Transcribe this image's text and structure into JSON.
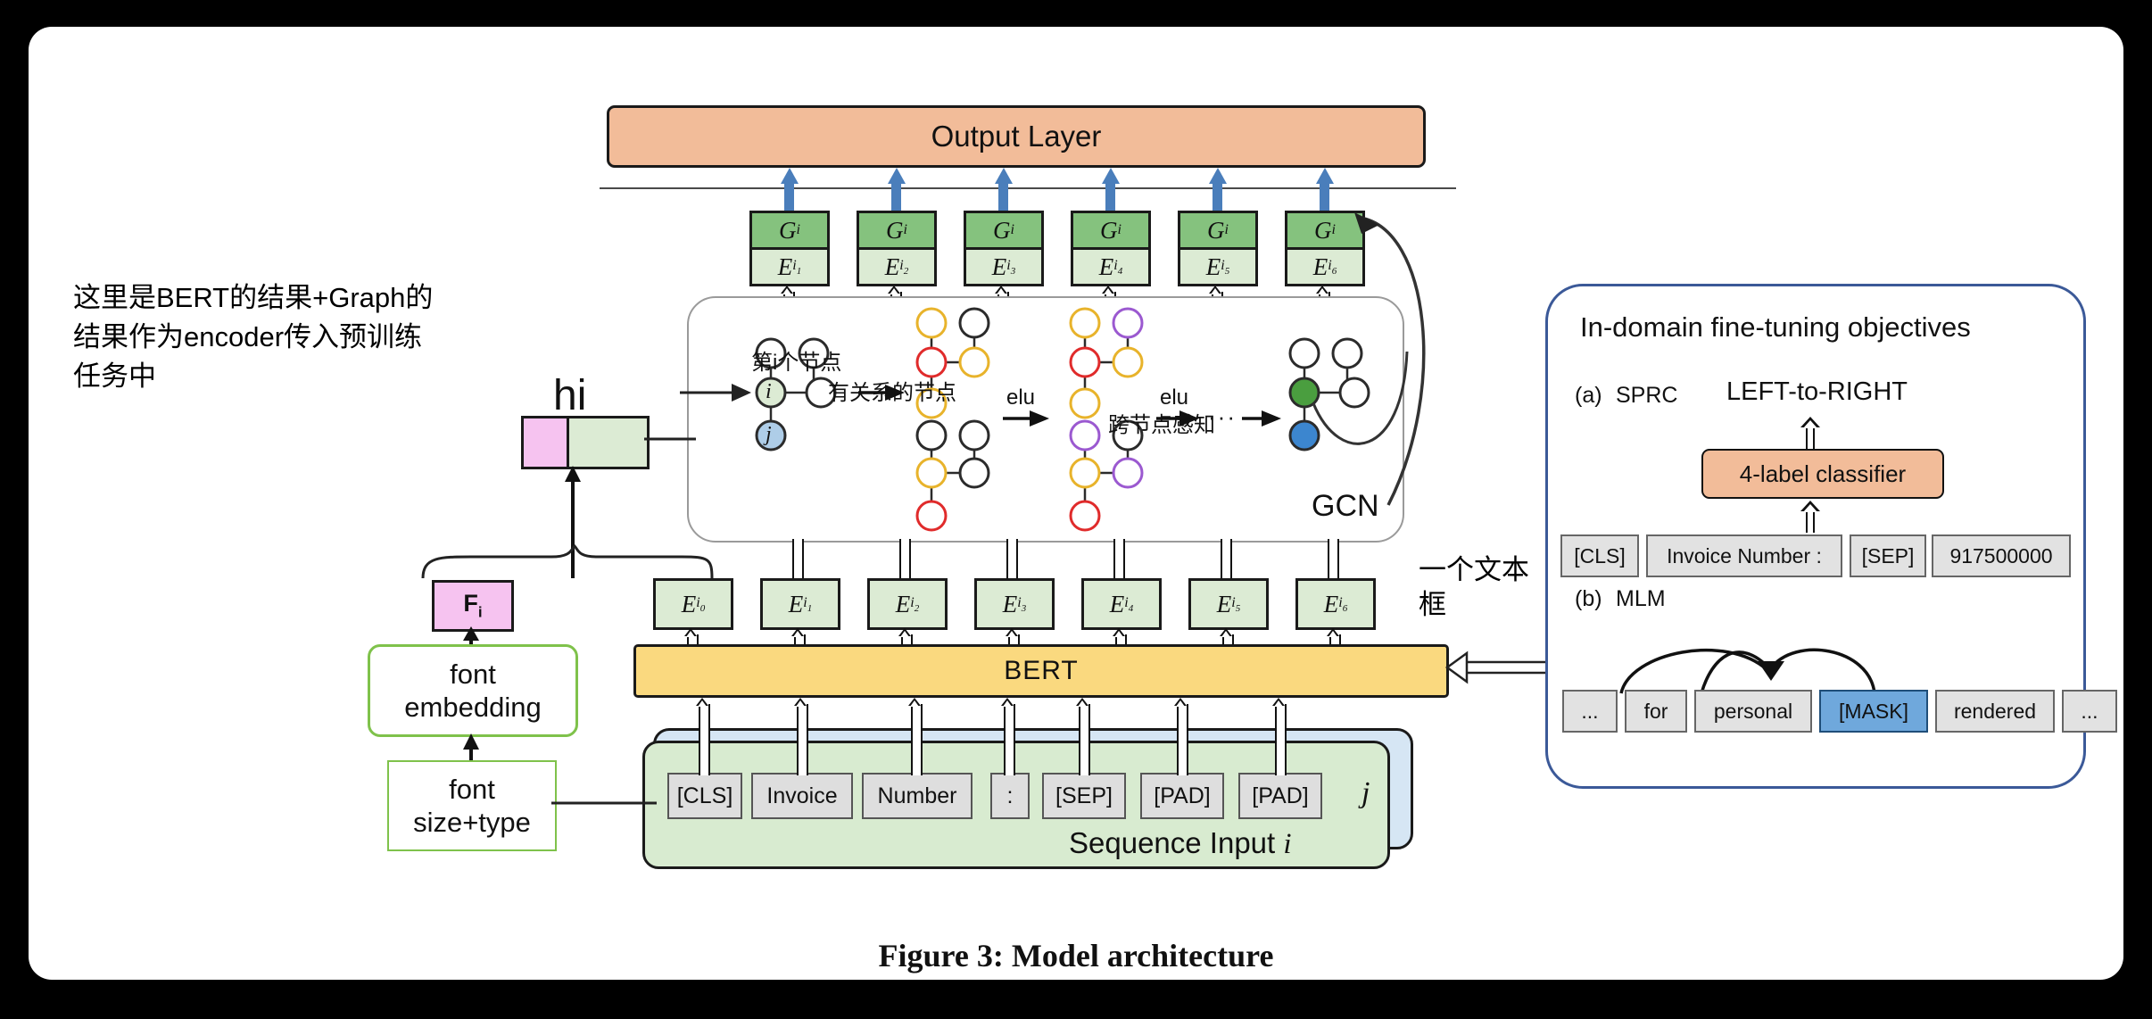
{
  "figure": {
    "caption": "Figure 3: Model architecture"
  },
  "annotations": {
    "left_note": "这里是BERT的结果+Graph的结果作为encoder传入预训练任务中",
    "left_note_lines": [
      "这里是BERT的结果+Graph的",
      "结果作为encoder传入预训练",
      "任务中"
    ],
    "hi_label": "hi",
    "textbox_note_lines": [
      "一个文本",
      "框"
    ]
  },
  "output_layer": {
    "label": "Output Layer"
  },
  "ge_blocks": [
    {
      "g": "G",
      "g_sub": "i",
      "e": "E",
      "e_sub": "i",
      "e_sub_sub": "1"
    },
    {
      "g": "G",
      "g_sub": "i",
      "e": "E",
      "e_sub": "i",
      "e_sub_sub": "2"
    },
    {
      "g": "G",
      "g_sub": "i",
      "e": "E",
      "e_sub": "i",
      "e_sub_sub": "3"
    },
    {
      "g": "G",
      "g_sub": "i",
      "e": "E",
      "e_sub": "i",
      "e_sub_sub": "4"
    },
    {
      "g": "G",
      "g_sub": "i",
      "e": "E",
      "e_sub": "i",
      "e_sub_sub": "5"
    },
    {
      "g": "G",
      "g_sub": "i",
      "e": "E",
      "e_sub": "i",
      "e_sub_sub": "6"
    }
  ],
  "gcn": {
    "title": "GCN",
    "node_i_label": "i",
    "node_j_label": "j",
    "label_first_node": "第i个节点",
    "label_related_node": "有关系的节点",
    "label_cross_node": "跨节点感知",
    "activation_1": "elu",
    "activation_2": "elu",
    "ellipsis": "···",
    "colors": {
      "yellow": "#E8B32B",
      "red": "#E02B2B",
      "purple": "#9B59D0",
      "black": "#2b2b2b",
      "green_fill": "#4A9E3F",
      "blue_fill": "#3C86CF",
      "green_light_fill": "#DCEBD4",
      "blue_light_fill": "#AECDE8"
    }
  },
  "e_blocks": [
    {
      "e": "E",
      "sub": "i",
      "subsub": "0"
    },
    {
      "e": "E",
      "sub": "i",
      "subsub": "1"
    },
    {
      "e": "E",
      "sub": "i",
      "subsub": "2"
    },
    {
      "e": "E",
      "sub": "i",
      "subsub": "3"
    },
    {
      "e": "E",
      "sub": "i",
      "subsub": "4"
    },
    {
      "e": "E",
      "sub": "i",
      "subsub": "5"
    },
    {
      "e": "E",
      "sub": "i",
      "subsub": "6"
    }
  ],
  "bert": {
    "label": "BERT"
  },
  "sequence_input": {
    "label": "Sequence Input",
    "index_i": "i",
    "index_j": "j",
    "tokens": [
      "[CLS]",
      "Invoice",
      "Number",
      ":",
      "[SEP]",
      "[PAD]",
      "[PAD]"
    ]
  },
  "font_chain": {
    "fi_label": "F",
    "fi_sub": "i",
    "embedding_lines": [
      "font",
      "embedding"
    ],
    "size_type_lines": [
      "font",
      "size+type"
    ]
  },
  "right_panel": {
    "title": "In-domain fine-tuning objectives",
    "sprc": {
      "index": "(a)",
      "name": "SPRC",
      "relation_label": "LEFT-to-RIGHT",
      "classifier": "4-label classifier",
      "tokens": [
        "[CLS]",
        "Invoice Number :",
        "[SEP]",
        "917500000"
      ]
    },
    "mlm": {
      "index": "(b)",
      "name": "MLM",
      "tokens": [
        "...",
        "for",
        "personal",
        "[MASK]",
        "rendered",
        "..."
      ],
      "masked_token": "[MASK]"
    }
  },
  "colors": {
    "orange": "#F2BC99",
    "bert_yellow": "#FAD97F",
    "green_dark": "#85C27E",
    "green_light": "#DCEBD4",
    "pink": "#F6C3F0",
    "blue_arrow": "#4A7EBB",
    "panel_border": "#3B5998",
    "seq_blue": "#D6E6F4",
    "seq_green": "#D8EBD0",
    "token_gray": "#E2E2E2",
    "mask_blue": "#6FA8DC"
  }
}
